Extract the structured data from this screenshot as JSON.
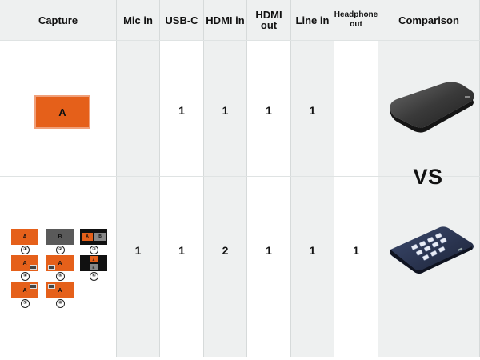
{
  "header": {
    "capture": "Capture",
    "mic_in": "Mic in",
    "usb_c": "USB-C",
    "hdmi_in": "HDMI in",
    "hdmi_out": "HDMI out",
    "line_in": "Line in",
    "headphone_out": "Headphone out",
    "comparison": "Comparison"
  },
  "rows": [
    {
      "capture_label": "A",
      "mic_in": "",
      "usb_c": "1",
      "hdmi_in": "1",
      "hdmi_out": "1",
      "line_in": "1",
      "headphone_out": "",
      "device_icon": "compact-capture-device-icon"
    },
    {
      "capture_layouts": [
        {
          "num": "①",
          "main": "A",
          "color": "#e5601a"
        },
        {
          "num": "②",
          "main": "B",
          "color": "#5a5a5a"
        },
        {
          "num": "③",
          "main": "A",
          "second": "B"
        },
        {
          "num": "④",
          "main": "A",
          "pip": "B"
        },
        {
          "num": "⑤",
          "main": "A",
          "pip": "B"
        },
        {
          "num": "⑥",
          "main": "A",
          "second": "B"
        },
        {
          "num": "⑦",
          "main": "A",
          "pip": "B"
        },
        {
          "num": "⑧",
          "main": "A",
          "pip": "B"
        }
      ],
      "mic_in": "1",
      "usb_c": "1",
      "hdmi_in": "2",
      "hdmi_out": "1",
      "line_in": "1",
      "headphone_out": "1",
      "device_icon": "switcher-device-with-buttons-icon"
    }
  ],
  "comparison_vs": "VS",
  "colors": {
    "accent_orange": "#e5601a",
    "column_bg": "#eef0f0",
    "gray_tile": "#5a5a5a"
  }
}
